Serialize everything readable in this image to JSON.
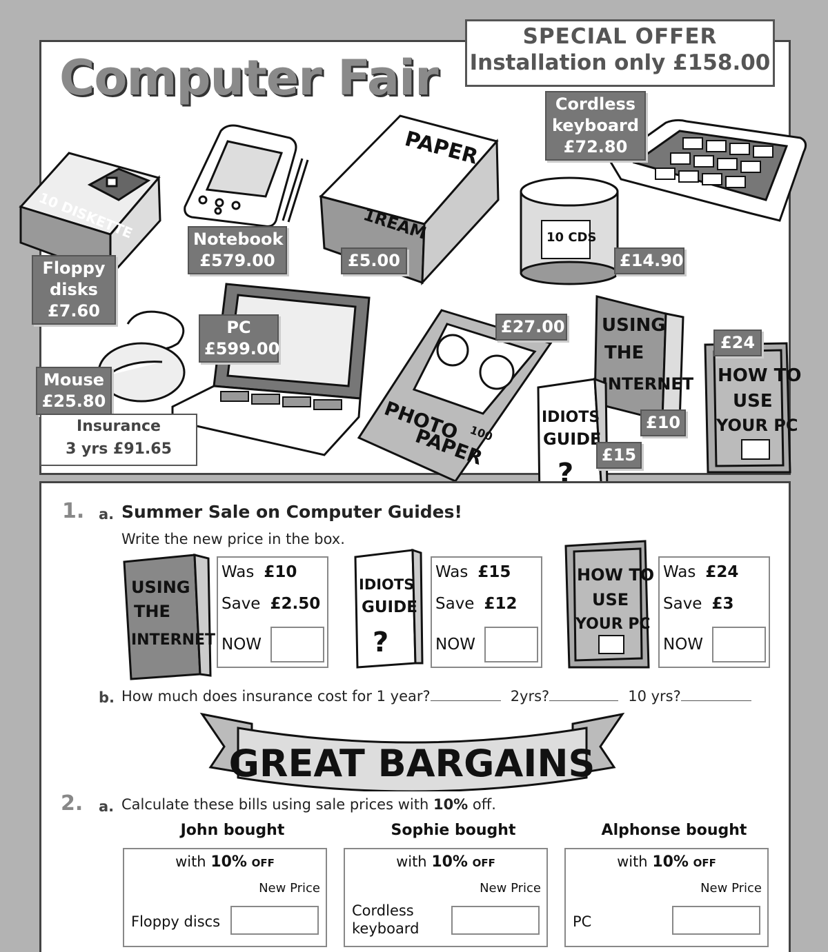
{
  "header": {
    "title": "Computer Fair",
    "special_offer_line1": "SPECIAL OFFER",
    "special_offer_line2": "Installation only £158.00"
  },
  "products": {
    "floppy": {
      "label1": "Floppy",
      "label2": "disks",
      "price": "£7.60",
      "box_text": "10 DISKETTE"
    },
    "notebook": {
      "label": "Notebook",
      "price": "£579.00"
    },
    "paper": {
      "price": "£5.00",
      "box_text_top": "PAPER",
      "box_text_bottom": "1REAM"
    },
    "keyboard": {
      "label1": "Cordless",
      "label2": "keyboard",
      "price": "£72.80"
    },
    "cds": {
      "price": "£14.90",
      "box_text": "10 CDS"
    },
    "mouse": {
      "label": "Mouse",
      "price": "£25.80"
    },
    "pc": {
      "label": "PC",
      "price": "£599.00"
    },
    "photo_paper": {
      "price": "£27.00",
      "box_text1": "PHOTO",
      "box_text2": "PAPER",
      "box_text3": "100"
    },
    "internet_book": {
      "price": "£10",
      "cover1": "USING",
      "cover2": "THE",
      "cover3": "INTERNET"
    },
    "idiots_guide": {
      "price": "£15",
      "cover1": "IDIOTS",
      "cover2": "GUIDE",
      "cover3": "?"
    },
    "howto_book": {
      "price": "£24",
      "cover1": "HOW TO",
      "cover2": "USE",
      "cover3": "YOUR PC"
    },
    "insurance": {
      "line1": "Insurance",
      "line2": "3 yrs £91.65"
    }
  },
  "q1": {
    "number": "1.",
    "a_letter": "a.",
    "a_title": "Summer Sale on Computer Guides!",
    "a_instruction": "Write the new price in the box.",
    "boxes": [
      {
        "was_label": "Was",
        "was": "£10",
        "save_label": "Save",
        "save": "£2.50",
        "now": "NOW"
      },
      {
        "was_label": "Was",
        "was": "£15",
        "save_label": "Save",
        "save": "£12",
        "now": "NOW"
      },
      {
        "was_label": "Was",
        "was": "£24",
        "save_label": "Save",
        "save": "£3",
        "now": "NOW"
      }
    ],
    "b_letter": "b.",
    "b_text": "How much does insurance cost for 1 year?",
    "b_2yrs": "2yrs?",
    "b_10yrs": "10 yrs?"
  },
  "banner": {
    "text": "GREAT BARGAINS"
  },
  "q2": {
    "number": "2.",
    "a_letter": "a.",
    "a_text_pre": "Calculate these bills using sale prices with ",
    "a_text_pct": "10%",
    "a_text_post": " off.",
    "bills": [
      {
        "head": "John bought",
        "with": "with",
        "pct": "10%",
        "off": "OFF",
        "new_price": "New Price",
        "item": "Floppy discs"
      },
      {
        "head": "Sophie bought",
        "with": "with",
        "pct": "10%",
        "off": "OFF",
        "new_price": "New Price",
        "item": "Cordless keyboard"
      },
      {
        "head": "Alphonse bought",
        "with": "with",
        "pct": "10%",
        "off": "OFF",
        "new_price": "New Price",
        "item": "PC"
      }
    ]
  }
}
